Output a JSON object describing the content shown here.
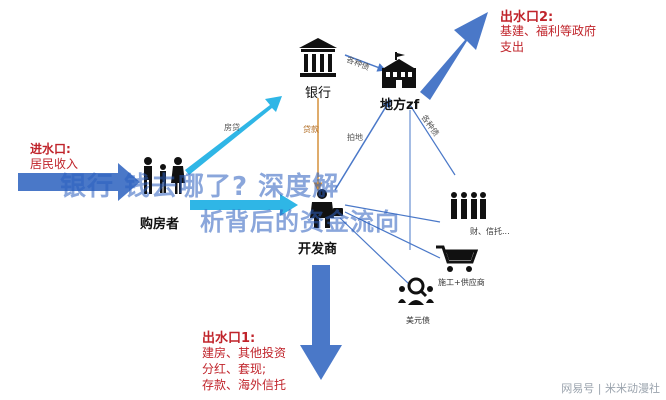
{
  "nodes": {
    "bank": "银行",
    "local_gov": "地方zf",
    "buyer": "购房者",
    "developer": "开发商",
    "trust": "财、信托...",
    "supplier": "施工+供应商",
    "usd_bond": "美元债"
  },
  "edge_labels": {
    "fees": "各种债",
    "mortgage": "房贷",
    "loan": "贷款",
    "land": "拍地",
    "debt_to_gov": "各种债"
  },
  "inflow": {
    "title": "进水口:",
    "desc": "居民收入"
  },
  "outflow2": {
    "title": "出水口2:",
    "line1": "基建、福利等政府",
    "line2": "支出"
  },
  "outflow1": {
    "title": "出水口1:",
    "line1": "建房、其他投资",
    "line2": "分红、套现;",
    "line3": "存款、海外信托"
  },
  "overlay": {
    "line1": "银行 钱去哪了? 深度解",
    "line2": "析背后的资金流向"
  },
  "watermark": "网易号 | 米米动漫社",
  "colors": {
    "blue_arrow": "#4a78c8",
    "cyan_arrow": "#2fb6e6",
    "accent_red": "#c0242b"
  }
}
